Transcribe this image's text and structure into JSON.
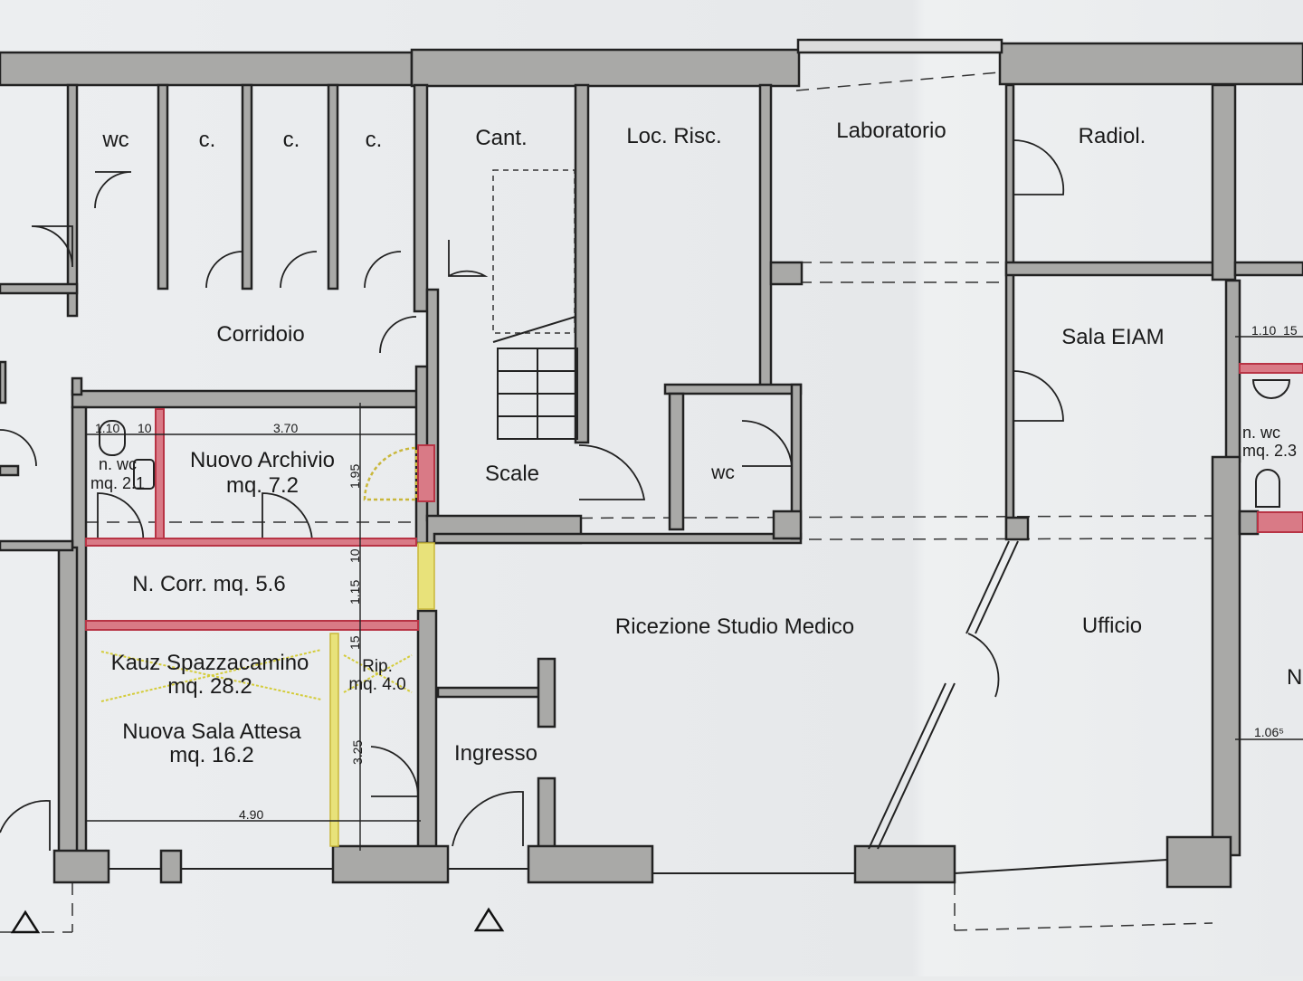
{
  "rooms": {
    "wc_top_left": "wc",
    "c1": "c.",
    "c2": "c.",
    "c3": "c.",
    "cant": "Cant.",
    "loc_risc": "Loc. Risc.",
    "laboratorio": "Laboratorio",
    "radiol": "Radiol.",
    "corridoio": "Corridoio",
    "sala_eiam": "Sala EIAM",
    "scale": "Scale",
    "wc_mid": "wc",
    "nuovo_archivio": "Nuovo Archivio",
    "nuovo_archivio_area": "mq. 7.2",
    "n_wc_left": "n. wc",
    "n_wc_left_area": "mq. 2.1",
    "n_corr": "N. Corr. mq. 5.6",
    "kauz": "Kauz Spazzacamino",
    "kauz_area": "mq. 28.2",
    "rip": "Rip.",
    "rip_area": "mq. 4.0",
    "nuova_sala_attesa": "Nuova Sala Attesa",
    "nuova_sala_attesa_area": "mq. 16.2",
    "ingresso": "Ingresso",
    "ricezione": "Ricezione Studio Medico",
    "ufficio": "Ufficio",
    "n_wc_right": "n. wc",
    "n_wc_right_area": "mq. 2.3",
    "n_right_partial": "N"
  },
  "dimensions": {
    "d_110": "1.10",
    "d_10": "10",
    "d_370": "3.70",
    "d_195": "1.95",
    "d_10b": "10",
    "d_115": "1.15",
    "d_15": "15",
    "d_325": "3.25",
    "d_490": "4.90",
    "d_110_15_right": "1.10  15",
    "d_1065": "1.06⁵"
  },
  "colors": {
    "new_wall": "#d97a86",
    "demolished": "#e8e27a",
    "existing_wall": "#a9a9a7"
  }
}
